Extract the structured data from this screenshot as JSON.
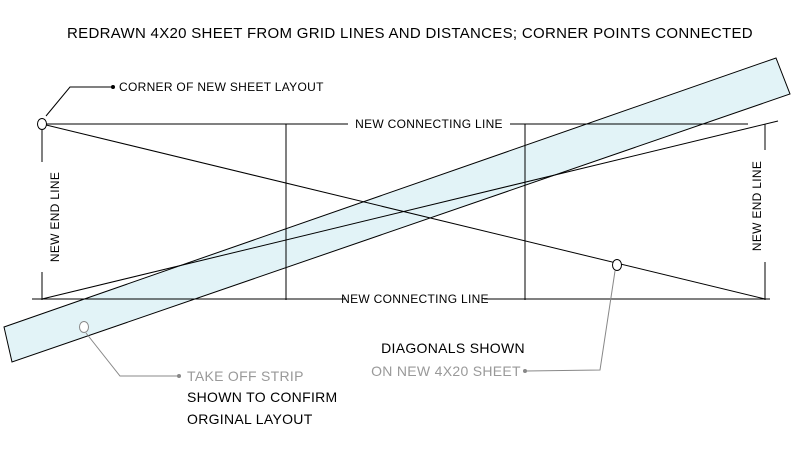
{
  "title": "REDRAWN 4X20 SHEET FROM GRID LINES AND DISTANCES; CORNER POINTS CONNECTED",
  "labels": {
    "corner": "CORNER OF NEW SHEET LAYOUT",
    "top_connecting": "NEW CONNECTING LINE",
    "bottom_connecting": "NEW CONNECTING LINE",
    "left_end": "NEW END LINE",
    "right_end": "NEW END LINE"
  },
  "notes": {
    "take_off": [
      "TAKE OFF STRIP",
      "SHOWN TO CONFIRM",
      "ORGINAL LAYOUT"
    ],
    "diagonals": [
      "DIAGONALS SHOWN",
      "ON NEW 4X20 SHEET"
    ]
  },
  "colors": {
    "ink": "#000000",
    "strip_fill": "#e2f3f7",
    "callout": "#888888",
    "muted_text": "#999999"
  }
}
